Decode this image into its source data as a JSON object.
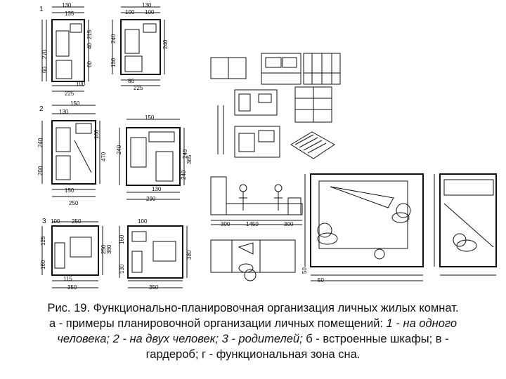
{
  "section_labels": {
    "one": "1",
    "two": "2",
    "three": "3"
  },
  "dims_row1": [
    "130",
    "135",
    "100",
    "130",
    "100",
    "270",
    "240",
    "215",
    "60",
    "40",
    "130",
    "240",
    "60",
    "100",
    "225",
    "80",
    "225"
  ],
  "dims_row2": [
    "150",
    "130",
    "150",
    "240",
    "160",
    "470",
    "200",
    "240",
    "150",
    "250",
    "240",
    "385",
    "240",
    "130",
    "290"
  ],
  "dims_row3": [
    "100",
    "250",
    "125",
    "250",
    "380",
    "160",
    "160",
    "115",
    "350",
    "100",
    "130",
    "380",
    "350"
  ],
  "dims_right": [
    "300",
    "1450",
    "300",
    "50",
    "50"
  ],
  "caption": {
    "line1": "Рис. 19. Функционально-планировочная организация личных жилых комнат.",
    "line2a": "а - примеры планировочной организации личных помещений: ",
    "line2b": "1 - на одного",
    "line3a": "человека; 2 - на двух человек; 3 - родителей;",
    "line3b": " б - встроенные шкафы; в -",
    "line4": "гардероб; г - функциональная зона сна."
  }
}
